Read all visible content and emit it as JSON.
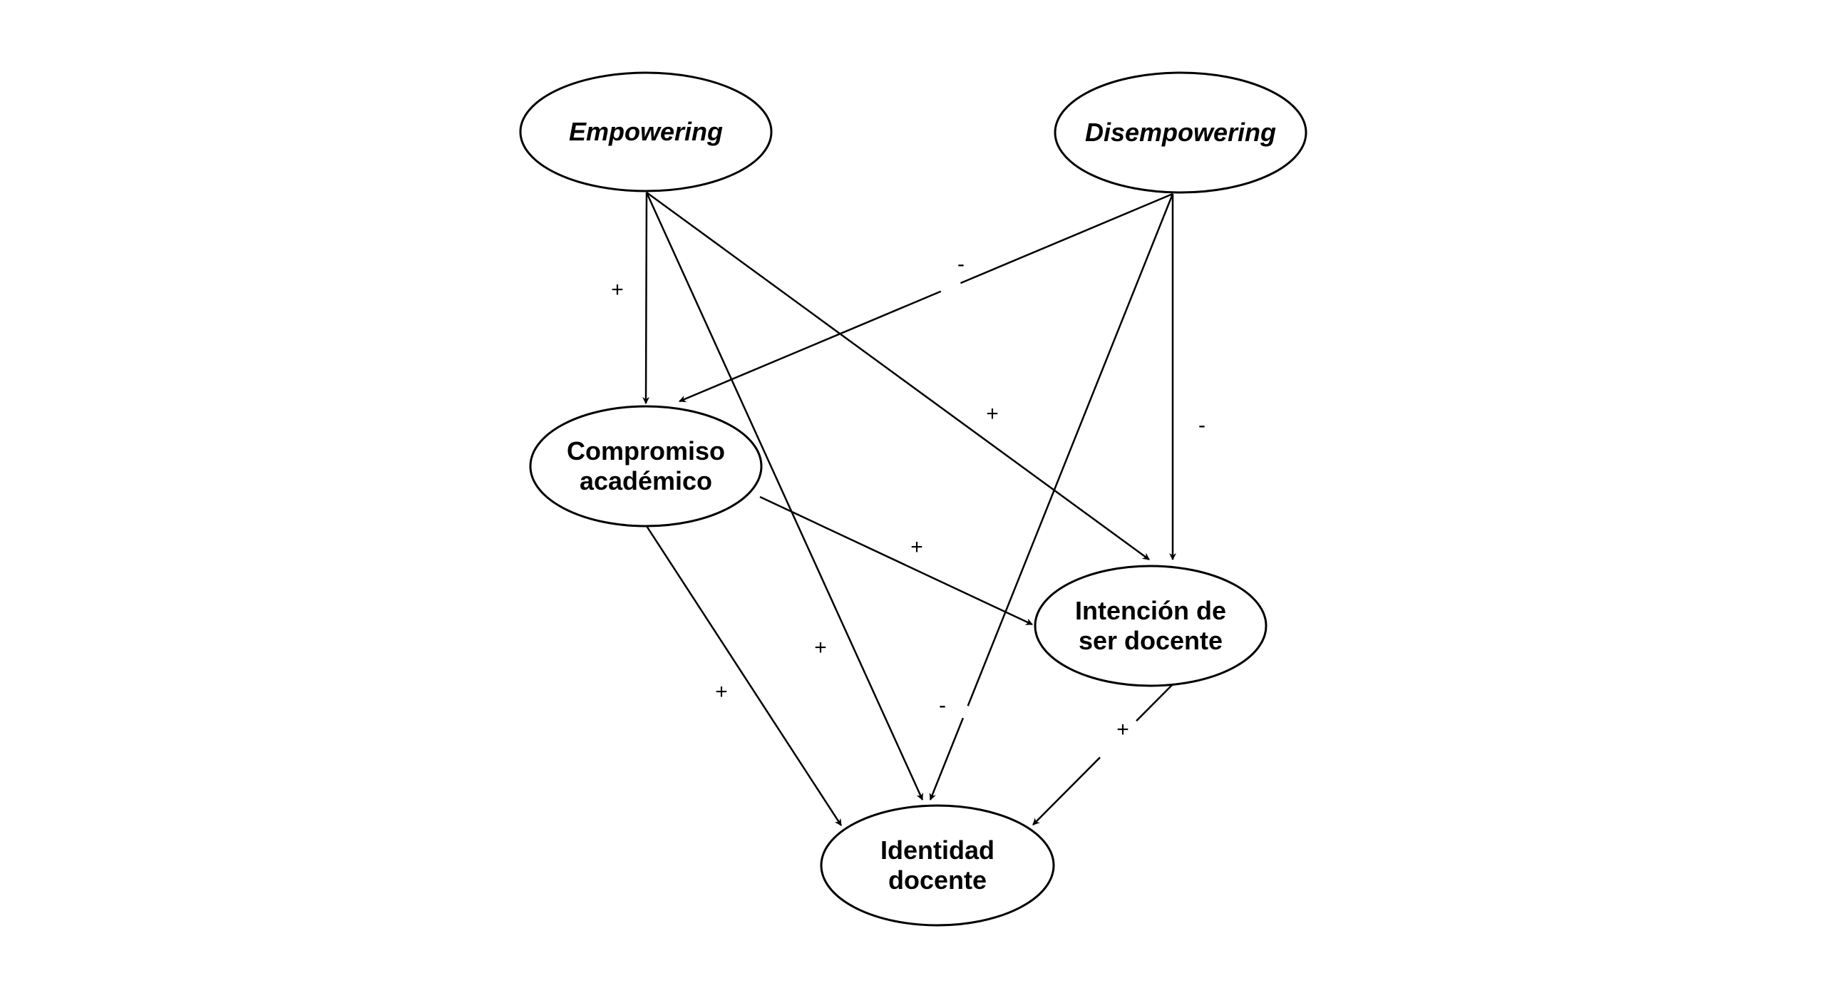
{
  "diagram": {
    "type": "path-model",
    "nodes": [
      {
        "id": "empowering",
        "lines": [
          "Empowering"
        ],
        "italic": true
      },
      {
        "id": "disempowering",
        "lines": [
          "Disempowering"
        ],
        "italic": true
      },
      {
        "id": "compromiso",
        "lines": [
          "Compromiso",
          "académico"
        ],
        "italic": false
      },
      {
        "id": "intencion",
        "lines": [
          "Intención de",
          "ser docente"
        ],
        "italic": false
      },
      {
        "id": "identidad",
        "lines": [
          "Identidad",
          "docente"
        ],
        "italic": false
      }
    ],
    "edges": [
      {
        "from": "empowering",
        "to": "compromiso",
        "sign": "+"
      },
      {
        "from": "empowering",
        "to": "intencion",
        "sign": "+"
      },
      {
        "from": "empowering",
        "to": "identidad",
        "sign": "+"
      },
      {
        "from": "disempowering",
        "to": "compromiso",
        "sign": "-"
      },
      {
        "from": "disempowering",
        "to": "intencion",
        "sign": "-"
      },
      {
        "from": "disempowering",
        "to": "identidad",
        "sign": "-"
      },
      {
        "from": "compromiso",
        "to": "intencion",
        "sign": "+"
      },
      {
        "from": "compromiso",
        "to": "identidad",
        "sign": "+"
      },
      {
        "from": "intencion",
        "to": "identidad",
        "sign": "+"
      }
    ]
  }
}
